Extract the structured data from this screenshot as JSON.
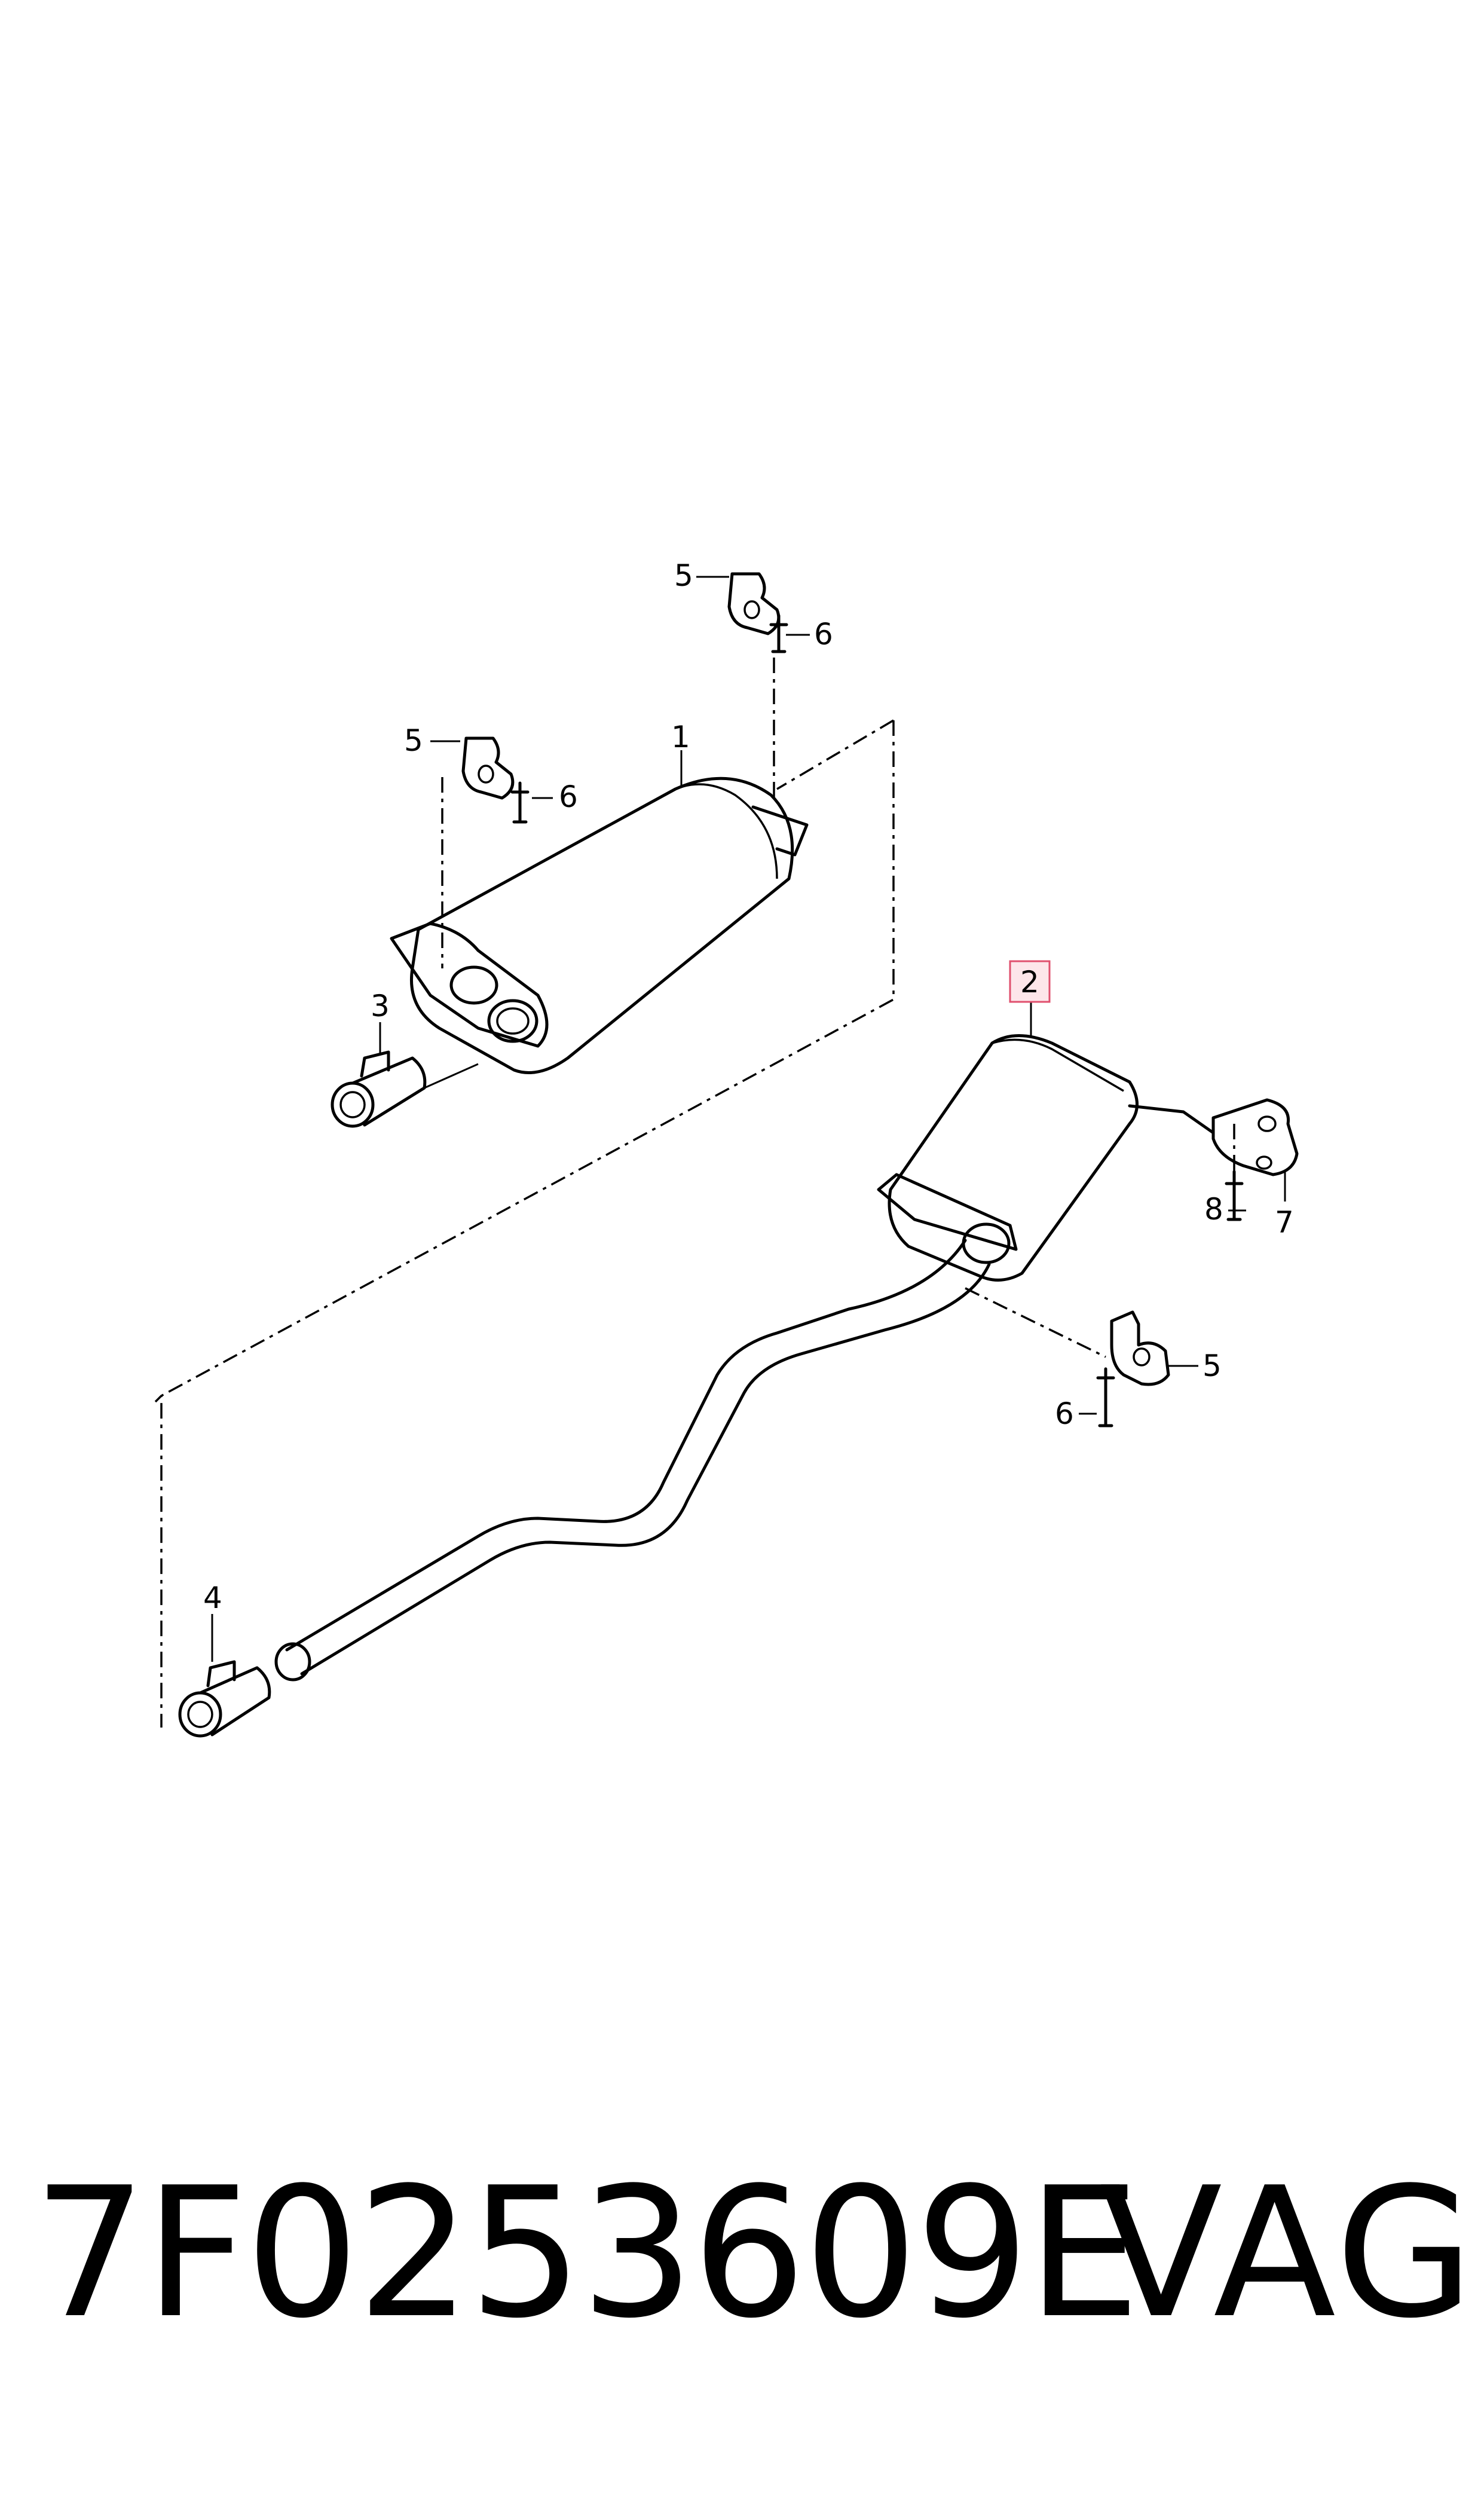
{
  "callouts": {
    "c1": "1",
    "c2": "2",
    "c3": "3",
    "c4": "4",
    "c5_top": "5",
    "c6_top": "6",
    "c5_left": "5",
    "c6_left": "6",
    "c5_right": "5",
    "c6_right": "6",
    "c7": "7",
    "c8": "8"
  },
  "highlight_color": "#e0506e",
  "footer": {
    "part_number": "7F0253609E",
    "brand": "VAG"
  }
}
